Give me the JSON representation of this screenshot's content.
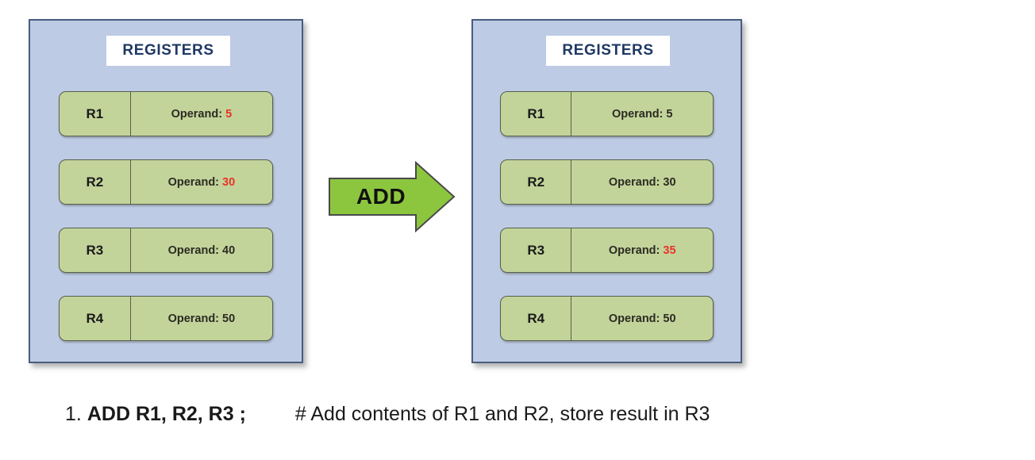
{
  "panels": [
    {
      "id": "before",
      "title": "REGISTERS",
      "registers": [
        {
          "name": "R1",
          "label": "Operand: ",
          "value": "5",
          "highlight": true
        },
        {
          "name": "R2",
          "label": "Operand: ",
          "value": "30",
          "highlight": true
        },
        {
          "name": "R3",
          "label": "Operand: ",
          "value": "40",
          "highlight": false
        },
        {
          "name": "R4",
          "label": "Operand: ",
          "value": "50",
          "highlight": false
        }
      ]
    },
    {
      "id": "after",
      "title": "REGISTERS",
      "registers": [
        {
          "name": "R1",
          "label": "Operand: ",
          "value": "5",
          "highlight": false
        },
        {
          "name": "R2",
          "label": "Operand: ",
          "value": "30",
          "highlight": false
        },
        {
          "name": "R3",
          "label": "Operand: ",
          "value": "35",
          "highlight": true
        },
        {
          "name": "R4",
          "label": "Operand: ",
          "value": "50",
          "highlight": false
        }
      ]
    }
  ],
  "arrow": {
    "label": "ADD",
    "direction": "right",
    "fill": "#8cc63e",
    "stroke": "#4a4a4a"
  },
  "caption": {
    "number": "1.",
    "instruction": "ADD R1, R2, R3 ;",
    "comment": "# Add contents of R1 and R2, store result in R3"
  },
  "colors": {
    "panel_bg": "#bdcbe4",
    "panel_border": "#4a5b7d",
    "register_fill": "#c3d49b",
    "register_border": "#555f4a",
    "title_text": "#1f3864",
    "highlight_value": "#e8342a",
    "arrow_green": "#8cc63e"
  }
}
